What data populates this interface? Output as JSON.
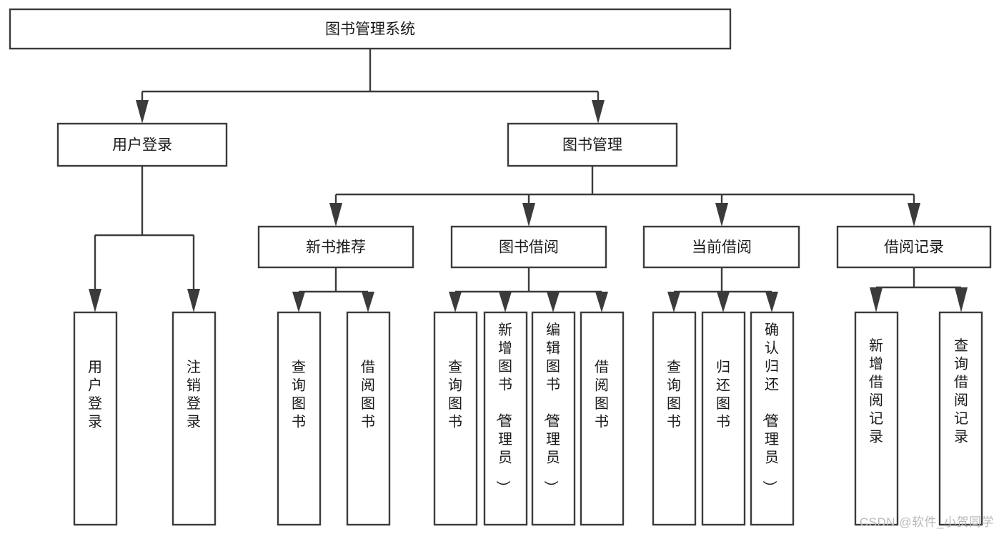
{
  "diagram": {
    "title": "图书管理系统",
    "type": "tree",
    "style": {
      "box_fill": "#ffffff",
      "box_stroke": "#3b3b3b",
      "text_color": "#1a1a1a",
      "background": "#ffffff",
      "watermark_color": "#b9b9b9"
    },
    "levels": [
      {
        "level": 1,
        "nodes": [
          {
            "id": "root",
            "label": "图书管理系统",
            "orientation": "horizontal"
          }
        ]
      },
      {
        "level": 2,
        "nodes": [
          {
            "id": "login",
            "label": "用户登录",
            "orientation": "horizontal",
            "parent": "root"
          },
          {
            "id": "bookmgmt",
            "label": "图书管理",
            "orientation": "horizontal",
            "parent": "root"
          }
        ]
      },
      {
        "level": 3,
        "nodes": [
          {
            "id": "newbook",
            "label": "新书推荐",
            "orientation": "horizontal",
            "parent": "bookmgmt"
          },
          {
            "id": "borrow",
            "label": "图书借阅",
            "orientation": "horizontal",
            "parent": "bookmgmt"
          },
          {
            "id": "current",
            "label": "当前借阅",
            "orientation": "horizontal",
            "parent": "bookmgmt"
          },
          {
            "id": "records",
            "label": "借阅记录",
            "orientation": "horizontal",
            "parent": "bookmgmt"
          }
        ]
      },
      {
        "level": 4,
        "nodes": [
          {
            "id": "leaf-user-login",
            "label": "用户登录",
            "orientation": "vertical",
            "parent": "login"
          },
          {
            "id": "leaf-user-logout",
            "label": "注销登录",
            "orientation": "vertical",
            "parent": "login"
          },
          {
            "id": "leaf-query-book-1",
            "label": "查询图书",
            "orientation": "vertical",
            "parent": "newbook"
          },
          {
            "id": "leaf-borrow-book-1",
            "label": "借阅图书",
            "orientation": "vertical",
            "parent": "newbook"
          },
          {
            "id": "leaf-query-book-2",
            "label": "查询图书",
            "orientation": "vertical",
            "parent": "borrow"
          },
          {
            "id": "leaf-add-book",
            "label": "新增图书（管理员）",
            "orientation": "vertical",
            "parent": "borrow"
          },
          {
            "id": "leaf-edit-book",
            "label": "编辑图书（管理员）",
            "orientation": "vertical",
            "parent": "borrow"
          },
          {
            "id": "leaf-borrow-book-2",
            "label": "借阅图书",
            "orientation": "vertical",
            "parent": "borrow"
          },
          {
            "id": "leaf-query-book-3",
            "label": "查询图书",
            "orientation": "vertical",
            "parent": "current"
          },
          {
            "id": "leaf-return-book",
            "label": "归还图书",
            "orientation": "vertical",
            "parent": "current"
          },
          {
            "id": "leaf-confirm-return",
            "label": "确认归还（管理员）",
            "orientation": "vertical",
            "parent": "current"
          },
          {
            "id": "leaf-add-record",
            "label": "新增借阅记录",
            "orientation": "vertical",
            "parent": "records"
          },
          {
            "id": "leaf-query-record",
            "label": "查询借阅记录",
            "orientation": "vertical",
            "parent": "records"
          }
        ]
      }
    ]
  },
  "watermark": {
    "text": "CSDN @软件_小贺同学"
  }
}
